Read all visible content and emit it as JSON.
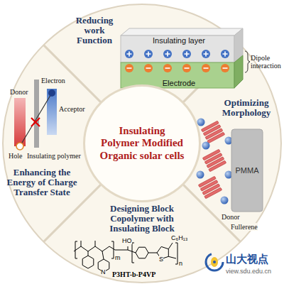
{
  "diagram": {
    "nodes": [
      {
        "text": [
          "Insulating layer"
        ]
      },
      {
        "text": [
          "Electrode"
        ]
      },
      {
        "text": [
          "Insulating Polymer Modified Organic solar cells"
        ]
      },
      {
        "text": [
          "PMMA"
        ]
      }
    ],
    "edges": [],
    "labels": [
      "Reducing work Function",
      "Dipole interaction",
      "Optimizing Morphology",
      "Donor",
      "Fullerene",
      "Designing Block Copolymer with Insulating Block",
      "HO",
      "C₆H₁₃",
      "m",
      "n",
      "S",
      "N",
      "P3HT-b-P4VP",
      "Enhancing the Energy of Charge Transfer State",
      "Electron",
      "Donor",
      "Acceptor",
      "Hole",
      "Insulating polymer",
      "山大视点",
      "view.sdu.edu.cn"
    ]
  }
}
